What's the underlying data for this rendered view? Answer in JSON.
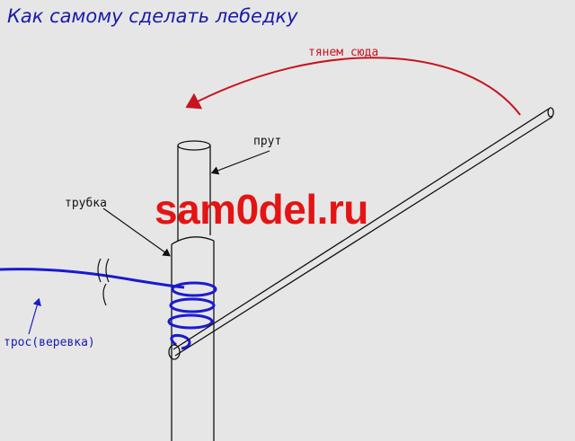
{
  "title": "Как самому сделать лебедку",
  "labels": {
    "pull_here": "тянем сюда",
    "rod": "прут",
    "tube": "трубка",
    "rope": "трос(веревка)"
  },
  "watermark": "sam0del.ru",
  "colors": {
    "background": "#e6e6e6",
    "title": "#1a1aa8",
    "arrow": "#c8141e",
    "rope": "#1a1ad0",
    "watermark": "#e41414",
    "outline": "#111111"
  }
}
